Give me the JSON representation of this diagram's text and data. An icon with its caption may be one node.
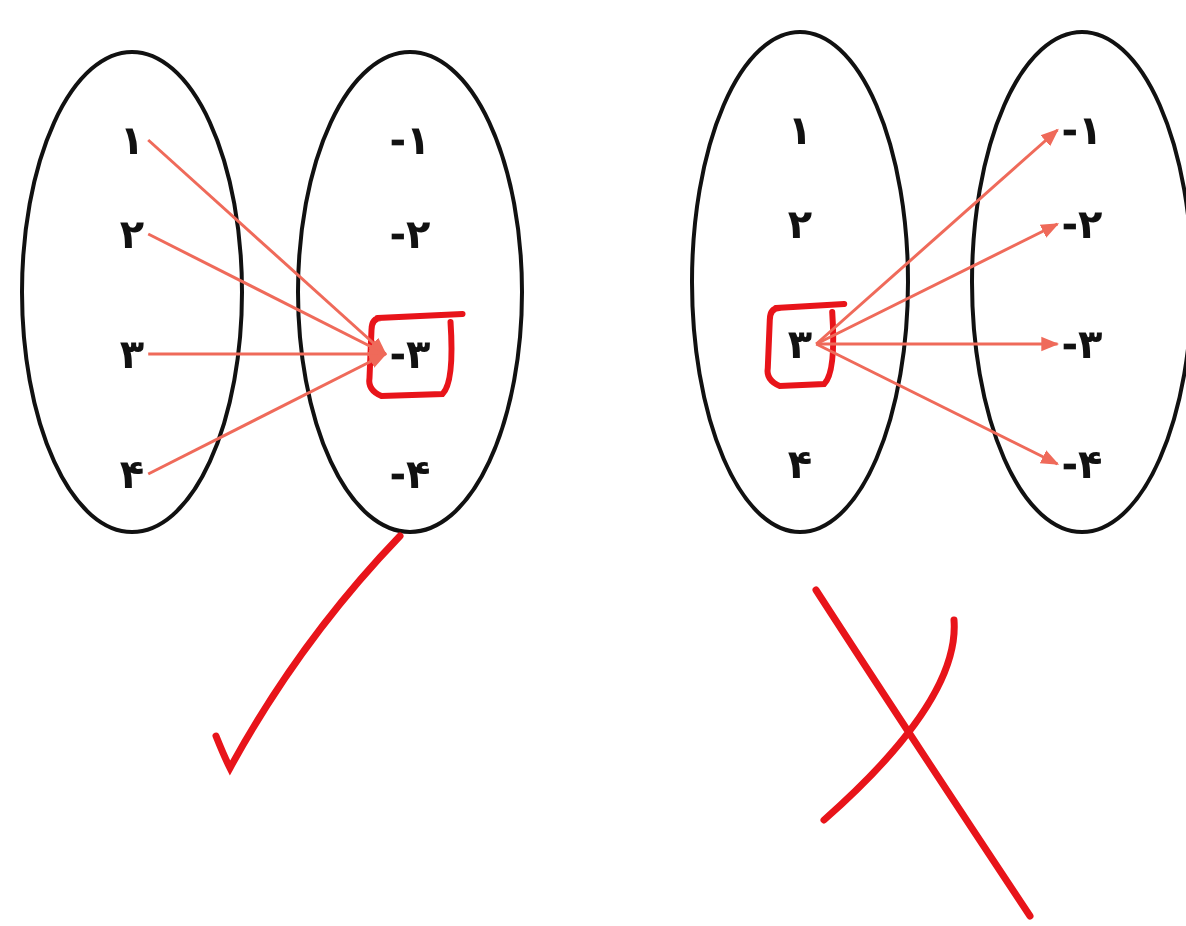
{
  "diagram": {
    "nodes": [
      {
        "text": [],
        "shape": "ellipse"
      },
      {
        "text": [
          "۱"
        ],
        "in": 0
      },
      {
        "text": [
          "۲"
        ],
        "in": 0
      },
      {
        "text": [
          "۳"
        ],
        "in": 0
      },
      {
        "text": [
          "۴"
        ],
        "in": 0
      },
      {
        "text": [],
        "shape": "ellipse"
      },
      {
        "text": [
          "-۱"
        ],
        "in": 5
      },
      {
        "text": [
          "-۲"
        ],
        "in": 5
      },
      {
        "text": [
          "-۳"
        ],
        "in": 5
      },
      {
        "text": [
          "-۴"
        ],
        "in": 5
      },
      {
        "text": [],
        "shape": "ellipse"
      },
      {
        "text": [
          "۱"
        ],
        "in": 10
      },
      {
        "text": [
          "۲"
        ],
        "in": 10
      },
      {
        "text": [
          "۳"
        ],
        "in": 10
      },
      {
        "text": [
          "۴"
        ],
        "in": 10
      },
      {
        "text": [],
        "shape": "ellipse"
      },
      {
        "text": [
          "-۱"
        ],
        "in": 15
      },
      {
        "text": [
          "-۲"
        ],
        "in": 15
      },
      {
        "text": [
          "-۳"
        ],
        "in": 15
      },
      {
        "text": [
          "-۴"
        ],
        "in": 15
      }
    ],
    "edges": [
      {
        "from": 1,
        "to": 8,
        "arrow": "to"
      },
      {
        "from": 2,
        "to": 8,
        "arrow": "to"
      },
      {
        "from": 3,
        "to": 8,
        "arrow": "to"
      },
      {
        "from": 4,
        "to": 8,
        "arrow": "to"
      },
      {
        "from": 13,
        "to": 16,
        "arrow": "to"
      },
      {
        "from": 13,
        "to": 17,
        "arrow": "to"
      },
      {
        "from": 13,
        "to": 18,
        "arrow": "to"
      },
      {
        "from": 13,
        "to": 19,
        "arrow": "to"
      }
    ]
  }
}
